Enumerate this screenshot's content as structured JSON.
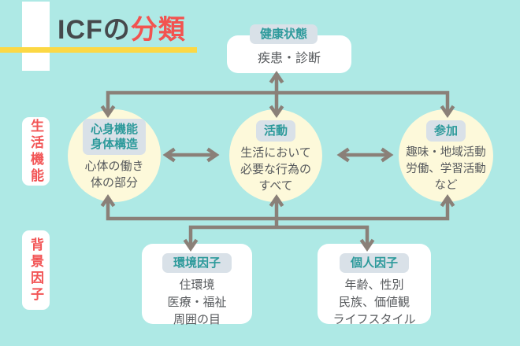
{
  "title": {
    "prefix": "ICFの",
    "highlight": "分類"
  },
  "health": {
    "badge": "健康状態",
    "body": "疾患・診断"
  },
  "side_labels": {
    "life_function": "生活機能",
    "background_factor": "背景因子"
  },
  "circles": [
    {
      "id": "body-function",
      "badge_lines": [
        "心身機能",
        "身体構造"
      ],
      "body_lines": [
        "心体の働き",
        "体の部分"
      ]
    },
    {
      "id": "activity",
      "badge_lines": [
        "活動"
      ],
      "body_lines": [
        "生活において",
        "必要な行為の",
        "すべて"
      ]
    },
    {
      "id": "participation",
      "badge_lines": [
        "参加"
      ],
      "body_lines": [
        "趣味・地域活動",
        "労働、学習活動",
        "など"
      ]
    }
  ],
  "factors": [
    {
      "id": "environment",
      "badge": "環境因子",
      "body_lines": [
        "住環境",
        "医療・福祉",
        "周囲の目"
      ]
    },
    {
      "id": "personal",
      "badge": "個人因子",
      "body_lines": [
        "年齢、性別",
        "民族、価値観",
        "ライフスタイル"
      ]
    }
  ],
  "colors": {
    "background": "#aee9e5",
    "circle_fill": "#fdf9da",
    "box_fill": "#ffffff",
    "badge_fill": "#d9e1e8",
    "badge_text_teal": "#2d9a9b",
    "body_text": "#56595c",
    "title_dark": "#45494c",
    "accent_red": "#f25350",
    "underline_yellow": "#fcd844",
    "arrow_gray": "#8a8078"
  }
}
